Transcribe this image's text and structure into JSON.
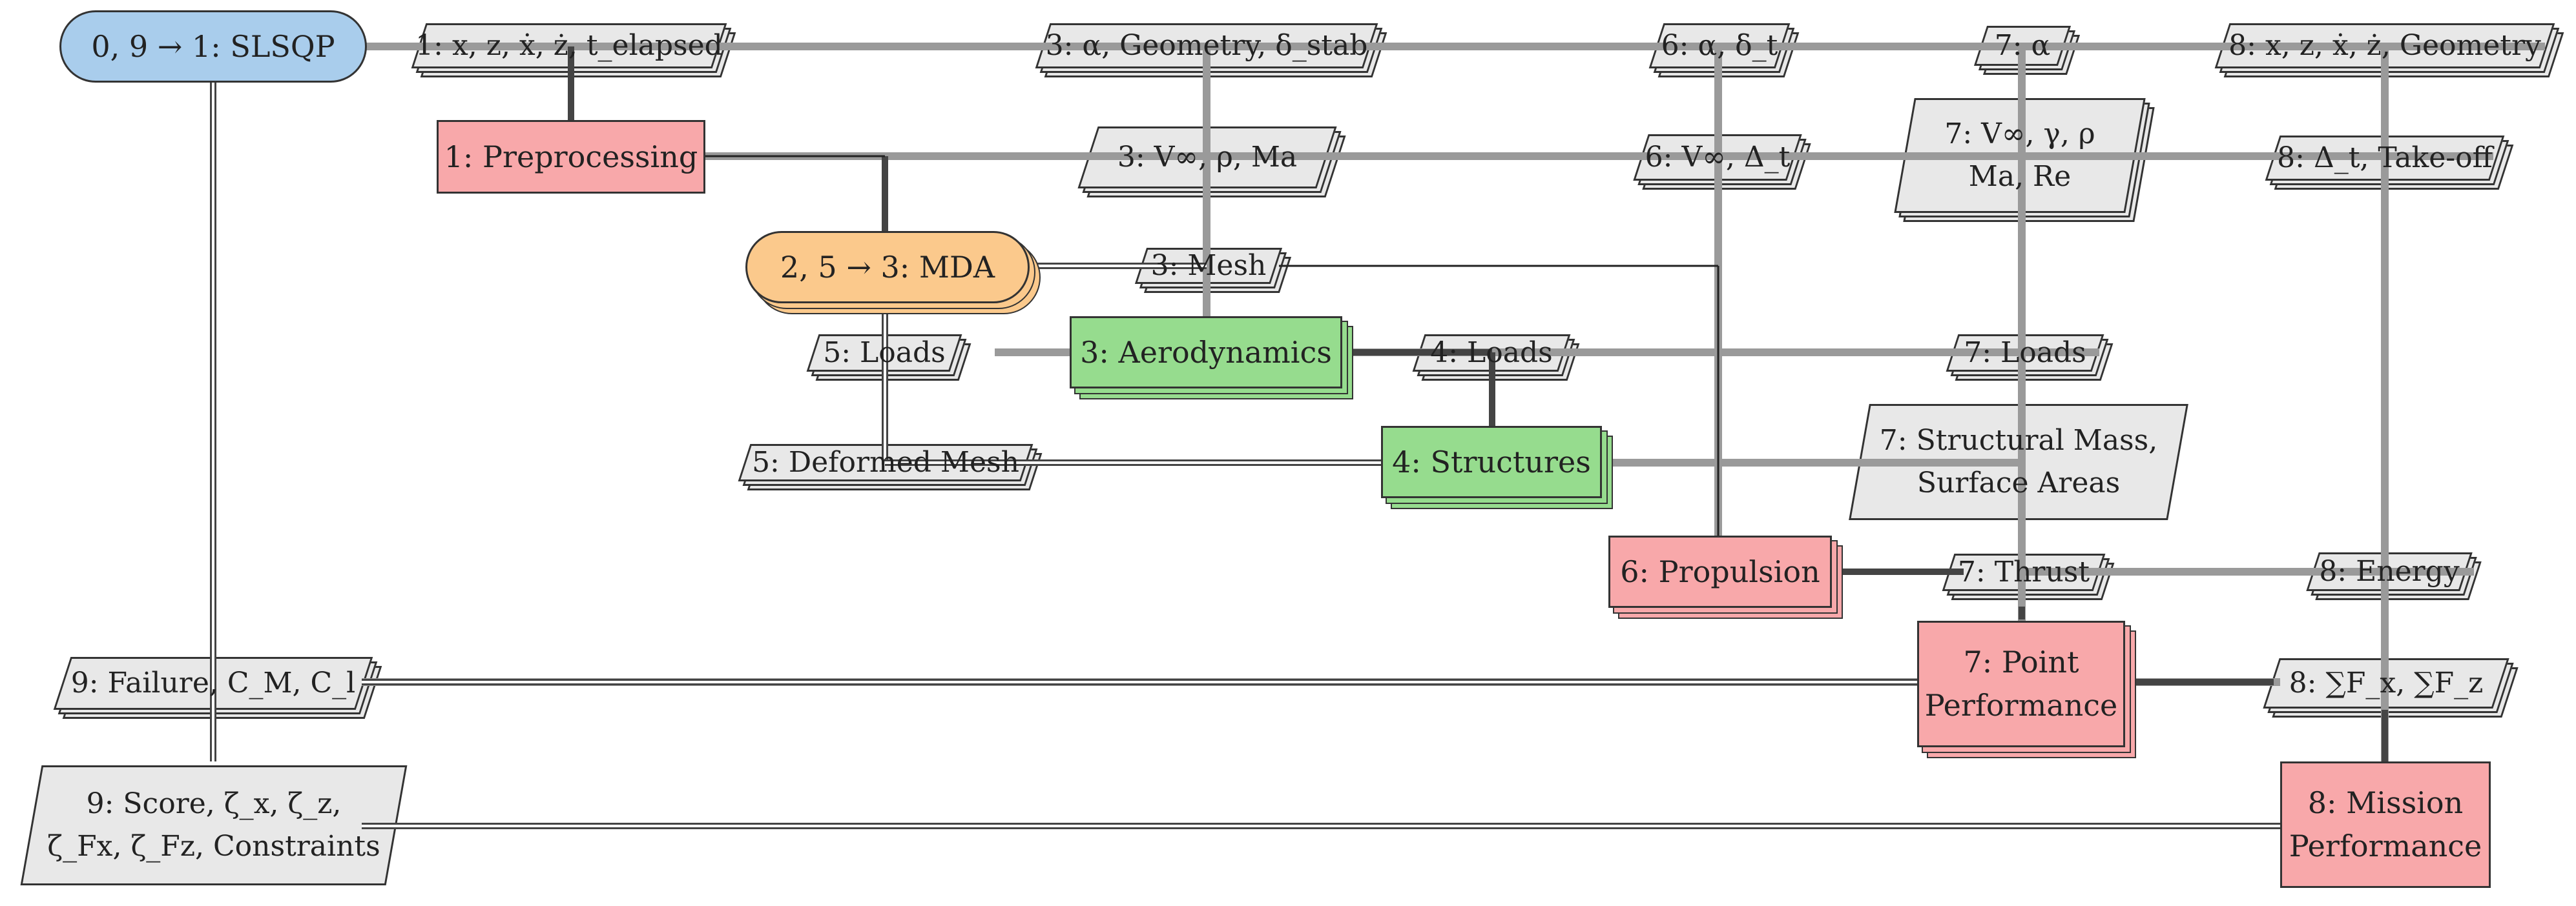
{
  "optimizer": {
    "label": "0, 9 → 1: SLSQP"
  },
  "preprocessing": {
    "label": "1: Preprocessing"
  },
  "mda": {
    "label": "2, 5 → 3: MDA"
  },
  "aerodynamics": {
    "label": "3: Aerodynamics"
  },
  "structures": {
    "label": "4: Structures"
  },
  "propulsion": {
    "label": "6: Propulsion"
  },
  "point_performance": {
    "line1": "7: Point",
    "line2": "Performance"
  },
  "mission_performance": {
    "line1": "8: Mission",
    "line2": "Performance"
  },
  "data": {
    "d1_vars": "1: x, z, ẋ, ż, t_elapsed",
    "d3_alpha_geom": "3: α, Geometry, δ_stab",
    "d6_alpha_dt": "6: α, δ_t",
    "d7_alpha": "7: α",
    "d8_vars": "8: x, z, ẋ, ż, Geometry",
    "d3_vrho": "3: V∞, ρ, Ma",
    "d6_vdt": "6: V∞, Δ_t",
    "d7_vgamma_l1": "7: V∞, γ, ρ",
    "d7_vgamma_l2": "Ma, Re",
    "d8_takeoff": "8: Δ_t, Take-off",
    "d3_mesh": "3: Mesh",
    "d5_loads": "5: Loads",
    "d4_loads": "4: Loads",
    "d7_loads": "7: Loads",
    "d5_deformed": "5: Deformed Mesh",
    "d7_structmass_l1": "7: Structural Mass,",
    "d7_structmass_l2": "Surface Areas",
    "d7_thrust": "7: Thrust",
    "d8_energy": "8: Energy",
    "d9_failure": "9: Failure, C_M, C_l",
    "d8_forces": "8: ∑F_x, ∑F_z",
    "d9_score_l1": "9: Score, ζ_x, ζ_z,",
    "d9_score_l2": "ζ_Fx, ζ_Fz, Constraints"
  },
  "colors": {
    "optimizer": "#a9cdec",
    "mda": "#fbc98c",
    "analysis_red": "#f8a8aa",
    "analysis_green": "#96dc8e",
    "data_gray": "#e8e8e8",
    "line_gray": "#9a9a9a"
  }
}
